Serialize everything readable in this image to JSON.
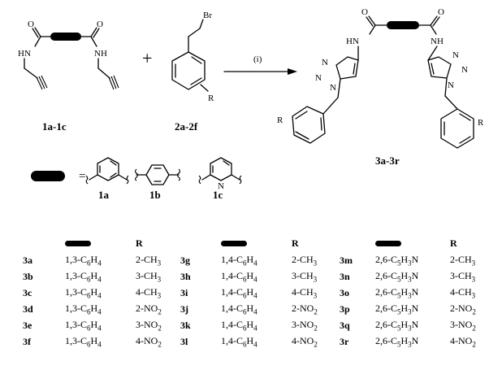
{
  "scheme": {
    "reactant1_label": "1a-1c",
    "reactant2_label": "2a-2f",
    "product_label": "3a-3r",
    "plus": "+",
    "condition": "(i)",
    "equals": "=",
    "atoms": {
      "O": "O",
      "NH": "NH",
      "HN": "HN",
      "N": "N",
      "Br": "Br",
      "R": "R"
    },
    "linkers": [
      "1a",
      "1b",
      "1c"
    ]
  },
  "table": {
    "r_header": "R",
    "columns": [
      {
        "rows": [
          {
            "cpd": "3a",
            "linker": "1,3-C6H4",
            "r": "2-CH3"
          },
          {
            "cpd": "3b",
            "linker": "1,3-C6H4",
            "r": "3-CH3"
          },
          {
            "cpd": "3c",
            "linker": "1,3-C6H4",
            "r": "4-CH3"
          },
          {
            "cpd": "3d",
            "linker": "1,3-C6H4",
            "r": "2-NO2"
          },
          {
            "cpd": "3e",
            "linker": "1,3-C6H4",
            "r": "3-NO2"
          },
          {
            "cpd": "3f",
            "linker": "1,3-C6H4",
            "r": "4-NO2"
          }
        ]
      },
      {
        "rows": [
          {
            "cpd": "3g",
            "linker": "1,4-C6H4",
            "r": "2-CH3"
          },
          {
            "cpd": "3h",
            "linker": "1,4-C6H4",
            "r": "3-CH3"
          },
          {
            "cpd": "3i",
            "linker": "1,4-C6H4",
            "r": "4-CH3"
          },
          {
            "cpd": "3j",
            "linker": "1,4-C6H4",
            "r": "2-NO2"
          },
          {
            "cpd": "3k",
            "linker": "1,4-C6H4",
            "r": "3-NO2"
          },
          {
            "cpd": "3l",
            "linker": "1,4-C6H4",
            "r": "4-NO2"
          }
        ]
      },
      {
        "rows": [
          {
            "cpd": "3m",
            "linker": "2,6-C5H3N",
            "r": "2-CH3"
          },
          {
            "cpd": "3n",
            "linker": "2,6-C5H3N",
            "r": "3-CH3"
          },
          {
            "cpd": "3o",
            "linker": "2,6-C5H3N",
            "r": "4-CH3"
          },
          {
            "cpd": "3p",
            "linker": "2,6-C5H3N",
            "r": "2-NO2"
          },
          {
            "cpd": "3q",
            "linker": "2,6-C5H3N",
            "r": "3-NO2"
          },
          {
            "cpd": "3r",
            "linker": "2,6-C5H3N",
            "r": "4-NO2"
          }
        ]
      }
    ]
  }
}
